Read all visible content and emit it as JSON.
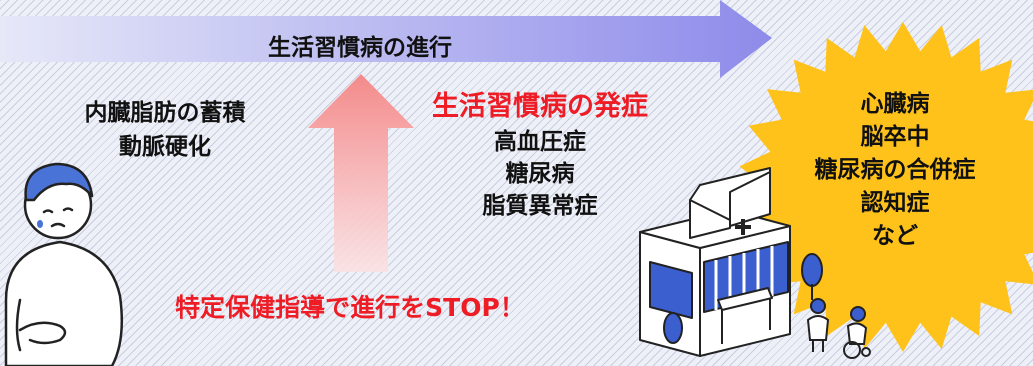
{
  "progress_label": "生活習慣病の進行",
  "risk_factors": [
    "内臓脂肪の蓄積",
    "動脈硬化"
  ],
  "onset": {
    "title": "生活習慣病の発症",
    "items": [
      "高血圧症",
      "糖尿病",
      "脂質異常症"
    ]
  },
  "complications": [
    "心臓病",
    "脳卒中",
    "糖尿病の合併症",
    "認知症",
    "など"
  ],
  "stop_label": "特定保健指導で進行をSTOP！",
  "colors": {
    "arrow_start": "#e6e8f8",
    "arrow_end": "#8e8bea",
    "up_arrow_top": "#f48a8a",
    "up_arrow_bottom": "#fbe1e3",
    "starburst": "#ffc21a",
    "emphasis_red": "#ee1c25",
    "person_hair": "#4a73d8",
    "hospital_window": "#3c5fd0"
  },
  "icons": [
    "person-icon",
    "hospital-icon",
    "medical-cross-icon",
    "nurse-icon",
    "wheelchair-patient-icon"
  ]
}
